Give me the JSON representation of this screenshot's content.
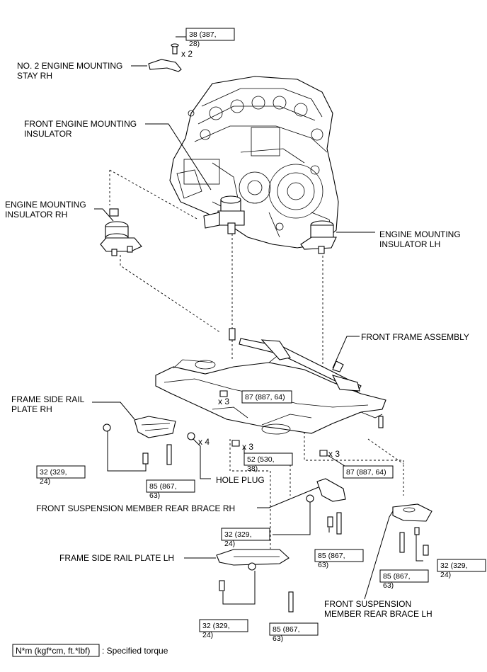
{
  "labels": {
    "stay_rh": [
      "NO. 2 ENGINE MOUNTING",
      "STAY RH"
    ],
    "front_insulator": [
      "FRONT ENGINE MOUNTING",
      "INSULATOR"
    ],
    "insulator_rh": [
      "ENGINE MOUNTING",
      "INSULATOR RH"
    ],
    "insulator_lh": [
      "ENGINE MOUNTING",
      "INSULATOR LH"
    ],
    "front_frame": "FRONT FRAME ASSEMBLY",
    "rail_plate_rh": [
      "FRAME SIDE RAIL",
      "PLATE RH"
    ],
    "hole_plug": "HOLE PLUG",
    "brace_rh": "FRONT SUSPENSION MEMBER REAR BRACE RH",
    "rail_plate_lh": "FRAME SIDE RAIL PLATE LH",
    "brace_lh": [
      "FRONT SUSPENSION",
      "MEMBER REAR BRACE LH"
    ]
  },
  "quantities": {
    "stay_bolts": "x 2",
    "frame_nuts_upper": "x 3",
    "frame_nuts_mid": "x 3",
    "frame_nuts_right": "x 3",
    "hole_plugs": "x 4"
  },
  "torques": {
    "t_stay": [
      "38 (387,",
      "28)"
    ],
    "t_frame_upper": "87 (887, 64)",
    "t_frame_mid": [
      "52 (530,",
      "38)"
    ],
    "t_frame_right": "87 (887, 64)",
    "t_rh_plate_32": [
      "32 (329,",
      "24)"
    ],
    "t_rh_plate_85": [
      "85 (867,",
      "63)"
    ],
    "t_brace_rh_32": [
      "32 (329,",
      "24)"
    ],
    "t_brace_rh_85": [
      "85 (867,",
      "63)"
    ],
    "t_lh_plate_32": [
      "32 (329,",
      "24)"
    ],
    "t_lh_plate_85": [
      "85 (867,",
      "63)"
    ],
    "t_brace_lh_85": [
      "85 (867,",
      "63)"
    ],
    "t_brace_lh_32": [
      "32 (329,",
      "24)"
    ]
  },
  "legend": {
    "unit": "N*m (kgf*cm, ft.*lbf)",
    "text": ": Specified torque"
  }
}
